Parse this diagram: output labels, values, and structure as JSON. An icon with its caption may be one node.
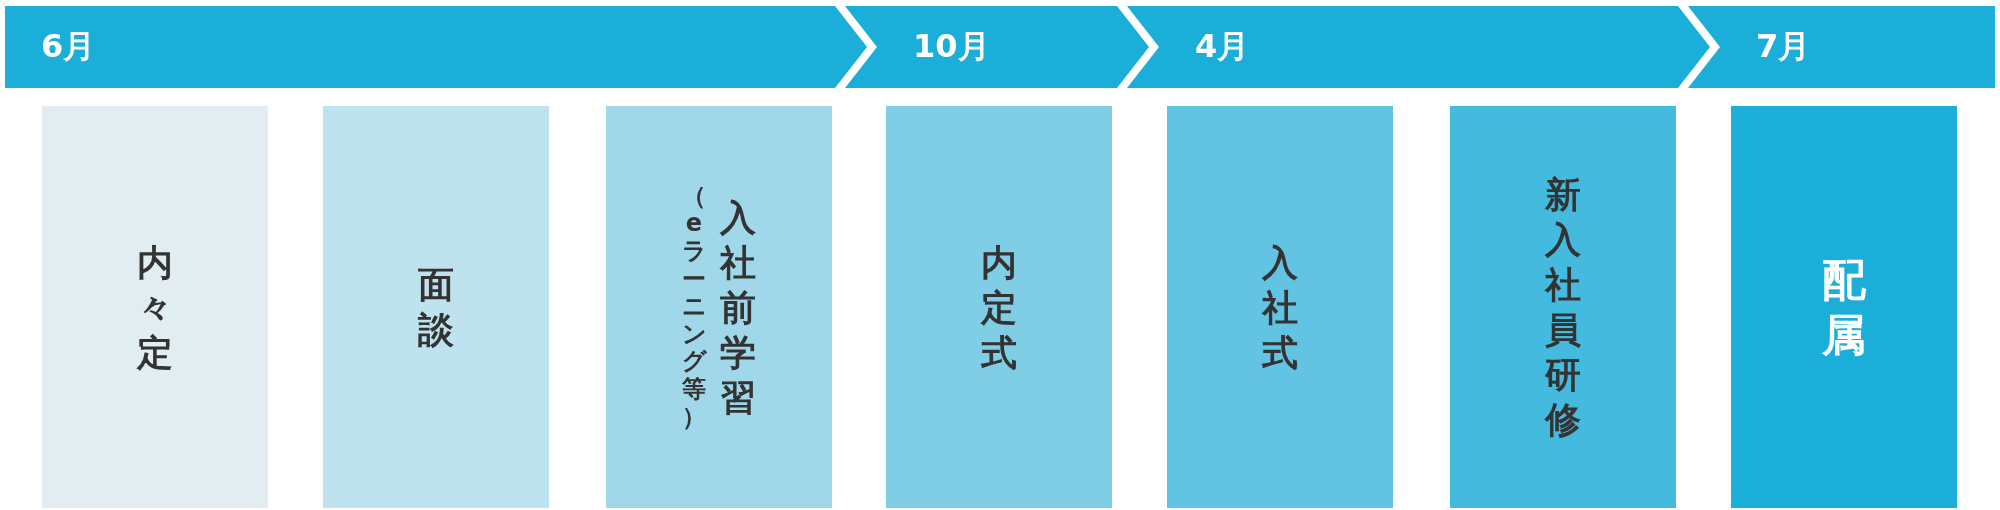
{
  "diagram": {
    "nodes": [
      {
        "text": [
          "6月"
        ]
      },
      {
        "text": [
          "10月"
        ]
      },
      {
        "text": [
          "4月"
        ]
      },
      {
        "text": [
          "7月"
        ]
      },
      {
        "text": [
          "内々定"
        ]
      },
      {
        "text": [
          "面談"
        ]
      },
      {
        "text": [
          "（eラーニング等）",
          "入社前学習"
        ]
      },
      {
        "text": [
          "内定式"
        ]
      },
      {
        "text": [
          "入社式"
        ]
      },
      {
        "text": [
          "新入社員研修"
        ]
      },
      {
        "text": [
          "配属"
        ]
      }
    ]
  }
}
